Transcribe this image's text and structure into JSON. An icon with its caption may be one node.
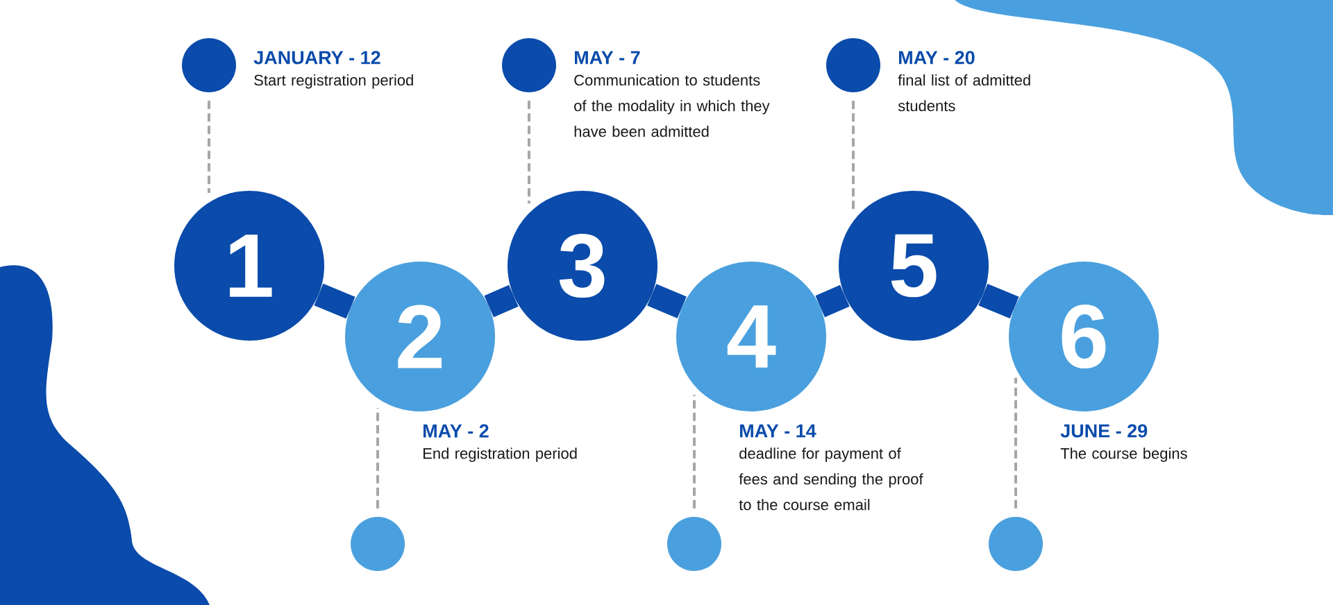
{
  "diagram": {
    "nodes": [
      {
        "text": [
          "1"
        ]
      },
      {
        "text": [
          "2"
        ]
      },
      {
        "text": [
          "3"
        ]
      },
      {
        "text": [
          "4"
        ]
      },
      {
        "text": [
          "5"
        ]
      },
      {
        "text": [
          "6"
        ]
      },
      {
        "text": [],
        "shape": "circle",
        "beside": [
          "JANUARY - 12",
          "Start registration period"
        ]
      },
      {
        "text": [],
        "shape": "circle",
        "beside": [
          "MAY - 2",
          "End registration period"
        ]
      },
      {
        "text": [],
        "shape": "circle",
        "beside": [
          "MAY - 7",
          "Communication to students of the modality in which they have been admitted"
        ]
      },
      {
        "text": [],
        "shape": "circle",
        "beside": [
          "MAY - 14",
          "deadline for payment of fees and sending the proof to the course email"
        ]
      },
      {
        "text": [],
        "shape": "circle",
        "beside": [
          "MAY - 20",
          "final list of admitted students"
        ]
      },
      {
        "text": [],
        "shape": "circle",
        "beside": [
          "JUNE - 29",
          "The course begins"
        ]
      }
    ],
    "edges": [
      {
        "from": 0,
        "to": 1,
        "arrow": "none",
        "style": "thick",
        "color": "#0a4bab"
      },
      {
        "from": 1,
        "to": 2,
        "arrow": "none",
        "style": "thick",
        "color": "#0a4bab"
      },
      {
        "from": 2,
        "to": 3,
        "arrow": "none",
        "style": "thick",
        "color": "#0a4bab"
      },
      {
        "from": 3,
        "to": 4,
        "arrow": "none",
        "style": "thick",
        "color": "#0a4bab"
      },
      {
        "from": 4,
        "to": 5,
        "arrow": "none",
        "style": "thick",
        "color": "#0a4bab"
      },
      {
        "from": 6,
        "to": 0,
        "arrow": "none",
        "style": "dashed"
      },
      {
        "from": 7,
        "to": 1,
        "arrow": "none",
        "style": "dashed"
      },
      {
        "from": 8,
        "to": 2,
        "arrow": "none",
        "style": "dashed"
      },
      {
        "from": 9,
        "to": 3,
        "arrow": "none",
        "style": "dashed"
      },
      {
        "from": 10,
        "to": 4,
        "arrow": "none",
        "style": "dashed"
      },
      {
        "from": 11,
        "to": 5,
        "arrow": "none",
        "style": "dashed"
      }
    ]
  }
}
